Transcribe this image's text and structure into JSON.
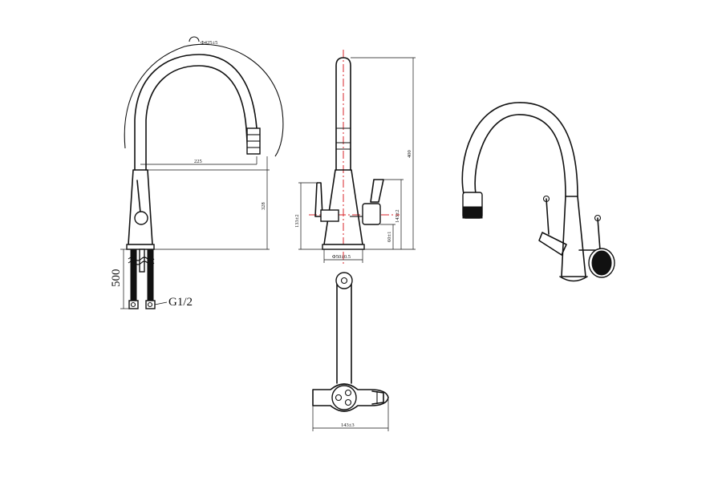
{
  "dimensions": {
    "arc_radius": "Φ425±5",
    "reach": "225",
    "height_side": "328",
    "hose_length": "500",
    "thread": "G1/2",
    "height_front": "400",
    "handle_height": "133±2",
    "lever_height": "143±2",
    "body_height": "60±1",
    "base_diameter": "Φ50±0.5",
    "top_width": "143±3"
  },
  "colors": {
    "line": "#111111",
    "centerline": "#d9262b",
    "background": "#ffffff"
  }
}
